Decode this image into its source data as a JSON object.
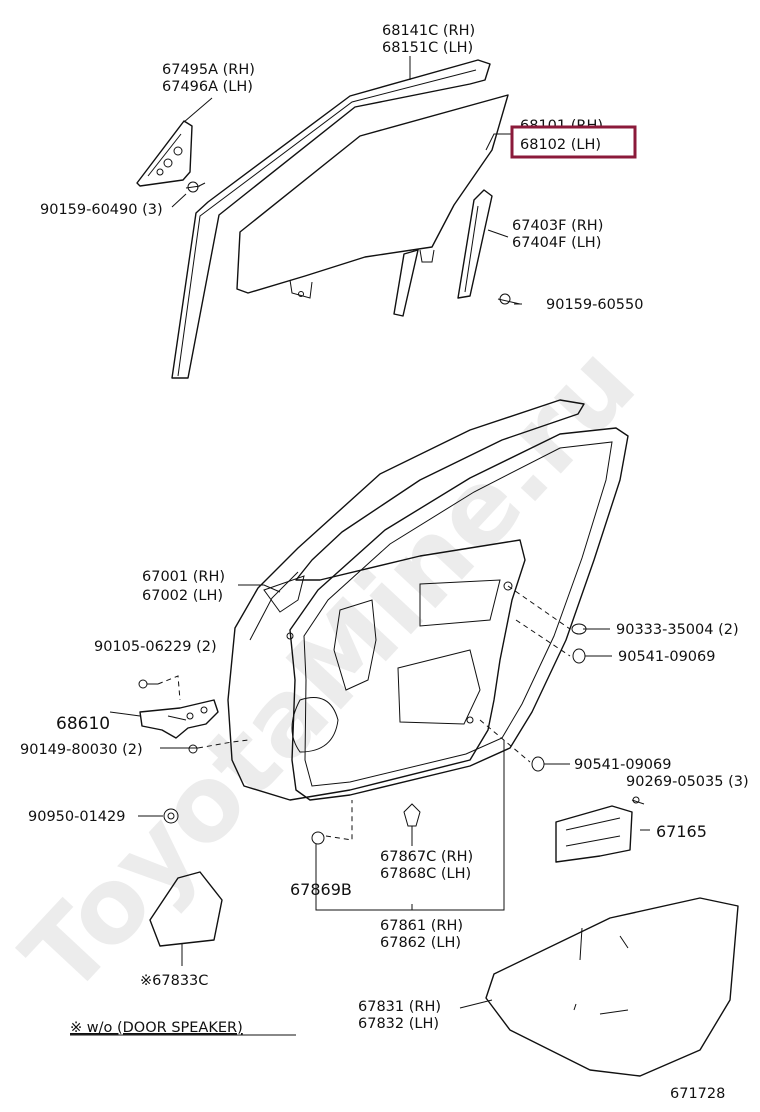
{
  "watermark": "ToyotaMine.ru",
  "highlight_color": "#8b1a3a",
  "labels": {
    "p68141": [
      "68141C (RH)",
      "68151C (LH)"
    ],
    "p67495": [
      "67495A (RH)",
      "67496A (LH)"
    ],
    "p90159_60490": "90159-60490 (3)",
    "p68101": [
      "68101 (RH)",
      "68102 (LH)"
    ],
    "p67403": [
      "67403F (RH)",
      "67404F (LH)"
    ],
    "p90159_60550": "90159-60550",
    "p67001": [
      "67001 (RH)",
      "67002 (LH)"
    ],
    "p90105": "90105-06229 (2)",
    "p68610": "68610",
    "p90149": "90149-80030 (2)",
    "p90333": "90333-35004 (2)",
    "p90541a": "90541-09069",
    "p90541b": "90541-09069",
    "p90269": "90269-05035 (3)",
    "p67165": "67165",
    "p90950": "90950-01429",
    "p67867": [
      "67867C (RH)",
      "67868C (LH)"
    ],
    "p67869": "67869B",
    "p67861": [
      "67861 (RH)",
      "67862 (LH)"
    ],
    "p67833": "※67833C",
    "p67831": [
      "67831 (RH)",
      "67832 (LH)"
    ],
    "note": "※ w/o (DOOR SPEAKER)",
    "diagram_id": "671728"
  }
}
